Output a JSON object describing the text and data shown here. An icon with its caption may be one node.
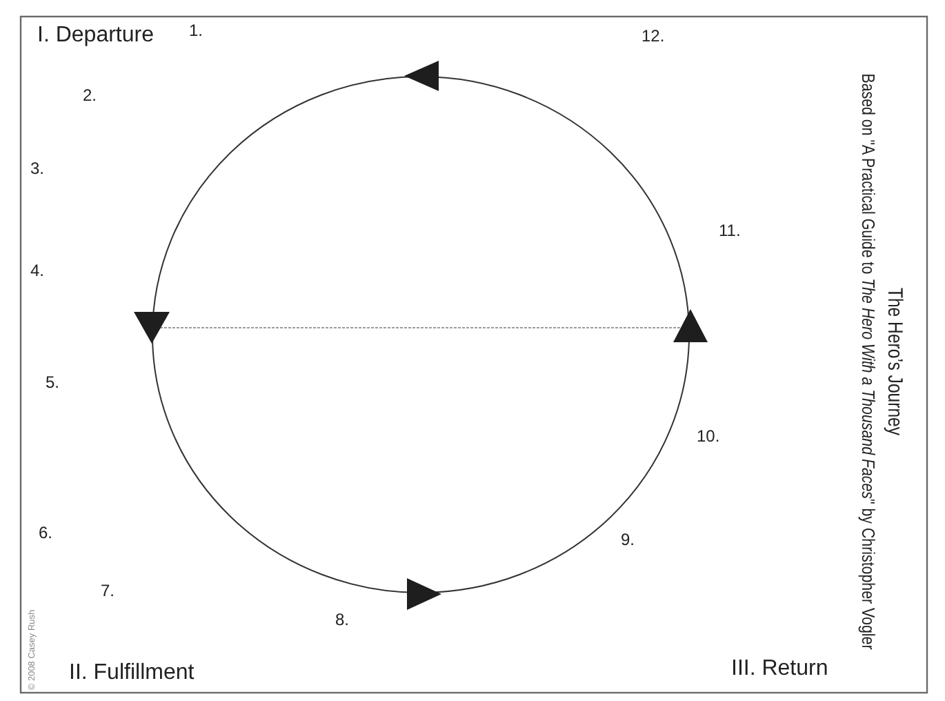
{
  "diagram": {
    "title": "The Hero’s Journey",
    "caption": "Based on \"A Practical Guide to *The Hero With a Thousand Faces*\" by Christopher Vogler",
    "nodes": [
      {
        "text": [],
        "shape": "circle"
      }
    ],
    "labels": [
      "I. Departure",
      "1.",
      "12.",
      "2.",
      "3.",
      "11.",
      "4.",
      "5.",
      "10.",
      "6.",
      "9.",
      "7.",
      "8.",
      "II. Fulfillment",
      "III. Return",
      "© 2008 Casey Rush"
    ]
  }
}
